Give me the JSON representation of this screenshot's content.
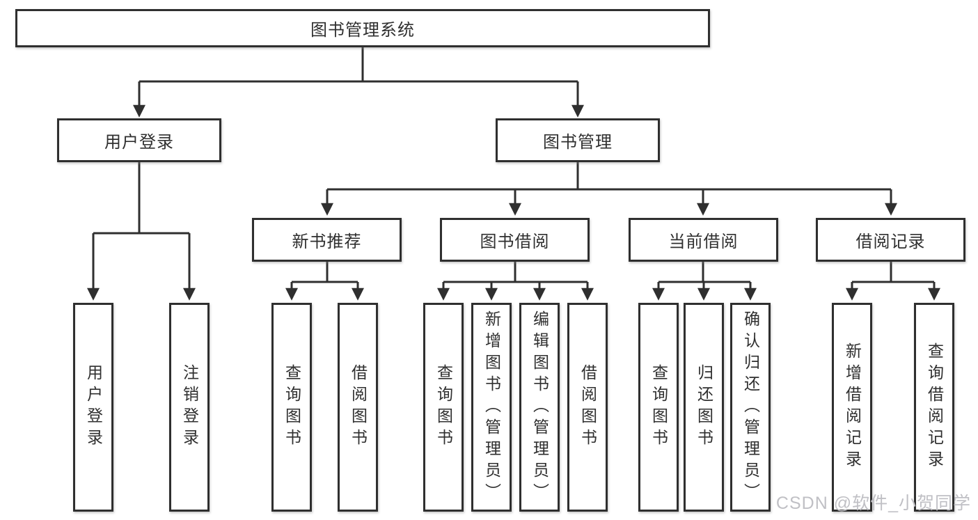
{
  "tree": {
    "label": "图书管理系统",
    "children": [
      {
        "label": "用户登录",
        "children": [
          {
            "label": "用户登录"
          },
          {
            "label": "注销登录"
          }
        ]
      },
      {
        "label": "图书管理",
        "children": [
          {
            "label": "新书推荐",
            "children": [
              {
                "label": "查询图书"
              },
              {
                "label": "借阅图书"
              }
            ]
          },
          {
            "label": "图书借阅",
            "children": [
              {
                "label": "查询图书"
              },
              {
                "label": "新增图书（管理员）"
              },
              {
                "label": "编辑图书（管理员）"
              },
              {
                "label": "借阅图书"
              }
            ]
          },
          {
            "label": "当前借阅",
            "children": [
              {
                "label": "查询图书"
              },
              {
                "label": "归还图书"
              },
              {
                "label": "确认归还（管理员）"
              }
            ]
          },
          {
            "label": "借阅记录",
            "children": [
              {
                "label": "新增借阅记录"
              },
              {
                "label": "查询借阅记录"
              }
            ]
          }
        ]
      }
    ]
  },
  "watermark": {
    "text": "CSDN @软件_小贺同学"
  },
  "colors": {
    "line": "#2f2f2f",
    "text": "#2f2f2f",
    "box-fill": "#ffffff",
    "background": "#ffffff",
    "watermark": "#c0c0c5"
  }
}
